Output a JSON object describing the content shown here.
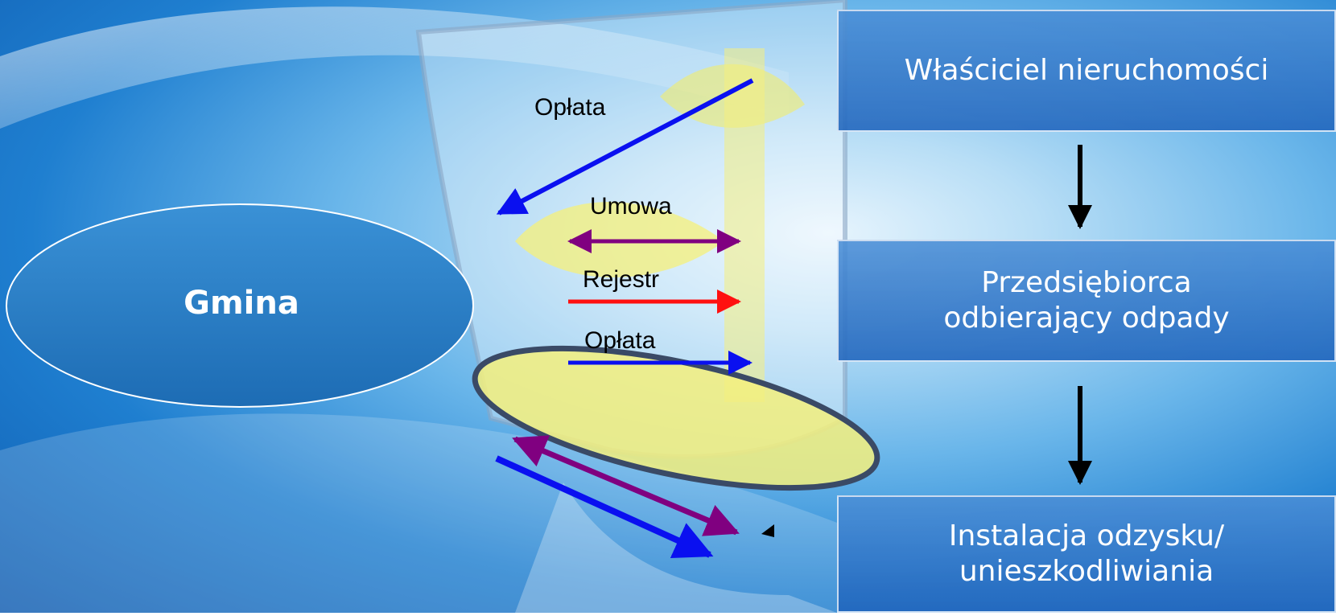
{
  "diagram": {
    "nodes": {
      "municipality": "Gmina",
      "property_owner": "Właściciel nieruchomości",
      "waste_collector_line1": "Przedsiębiorca",
      "waste_collector_line2": "odbierający odpady",
      "installation_line1": "Instalacja odzysku/",
      "installation_line2": "unieszkodliwiania"
    },
    "edge_labels": {
      "owner_fee": "Opłata",
      "contract": "Umowa",
      "register": "Rejestr",
      "collector_fee": "Opłata"
    },
    "edges": [
      {
        "from": "property_owner",
        "to": "municipality",
        "label_key": "owner_fee",
        "color": "#0a10f0"
      },
      {
        "from": "municipality",
        "to": "waste_collector",
        "label_key": "contract",
        "color": "#800080",
        "bidirectional": true
      },
      {
        "from": "municipality",
        "to": "waste_collector",
        "label_key": "register",
        "color": "#ff1010"
      },
      {
        "from": "municipality",
        "to": "waste_collector",
        "label_key": "collector_fee",
        "color": "#0a10f0"
      },
      {
        "from": "municipality",
        "to": "installation",
        "color": "#800080",
        "bidirectional": true
      },
      {
        "from": "municipality",
        "to": "installation",
        "color": "#0a10f0"
      },
      {
        "from": "property_owner",
        "to": "waste_collector",
        "color": "#000000"
      },
      {
        "from": "waste_collector",
        "to": "installation",
        "color": "#000000"
      }
    ]
  },
  "colors": {
    "box_text": "#ffffff",
    "ellipse_fill": "#2b7fc6",
    "fee_arrow": "#0a10f0",
    "contract_arrow": "#800080",
    "register_arrow": "#ff1010",
    "flow_arrow": "#000000"
  }
}
